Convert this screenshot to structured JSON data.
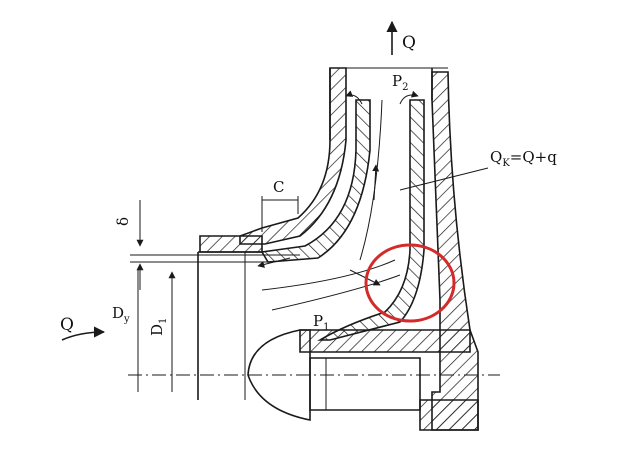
{
  "labels": {
    "q_top": "Q",
    "p2_main": "P",
    "p2_sub": "2",
    "qk_main": "Q",
    "qk_sub": "K",
    "qk_rest": "=Q+q",
    "c": "C",
    "delta": "δ",
    "dy_main": "D",
    "dy_sub": "y",
    "d1_main": "D",
    "d1_sub": "1",
    "q_left": "Q",
    "p1_main": "P",
    "p1_sub": "1"
  },
  "colors": {
    "line": "#1a1a1a",
    "highlight": "#d42a2a"
  }
}
